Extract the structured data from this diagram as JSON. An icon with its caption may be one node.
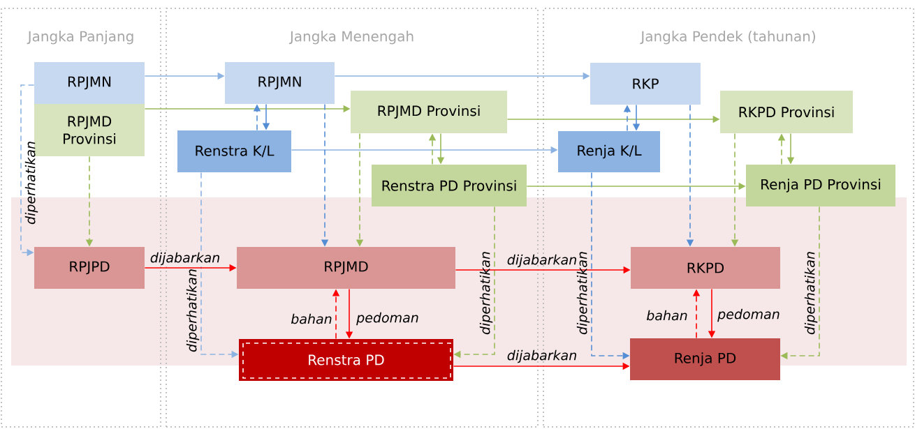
{
  "diagram": {
    "nodes": [
      {
        "text": [
          "Jangka Panjang"
        ]
      },
      {
        "text": [
          "Jangka Menengah"
        ]
      },
      {
        "text": [
          "Jangka Pendek (tahunan)"
        ]
      },
      {
        "text": [
          "RPJMN"
        ],
        "in": 0
      },
      {
        "text": [
          "RPJMD Provinsi"
        ],
        "in": 0
      },
      {
        "text": [
          "RPJPD"
        ],
        "in": 0
      },
      {
        "text": [
          "RPJMN"
        ],
        "in": 1
      },
      {
        "text": [
          "RPJMD Provinsi"
        ],
        "in": 1
      },
      {
        "text": [
          "Renstra K/L"
        ],
        "in": 1
      },
      {
        "text": [
          "Renstra PD Provinsi"
        ],
        "in": 1
      },
      {
        "text": [
          "RPJMD"
        ],
        "in": 1
      },
      {
        "text": [
          "Renstra PD"
        ],
        "in": 1
      },
      {
        "text": [
          "RKP"
        ],
        "in": 2
      },
      {
        "text": [
          "RKPD Provinsi"
        ],
        "in": 2
      },
      {
        "text": [
          "Renja K/L"
        ],
        "in": 2
      },
      {
        "text": [
          "Renja PD Provinsi"
        ],
        "in": 2
      },
      {
        "text": [
          "RKPD"
        ],
        "in": 2
      },
      {
        "text": [
          "Renja PD"
        ],
        "in": 2
      }
    ],
    "edges": [
      {
        "from": 3,
        "to": 6,
        "arrow": "to",
        "color": "#8db3e2"
      },
      {
        "from": 6,
        "to": 12,
        "arrow": "to",
        "color": "#8db3e2"
      },
      {
        "from": 4,
        "to": 7,
        "arrow": "to",
        "color": "#9bbb59"
      },
      {
        "from": 7,
        "to": 13,
        "arrow": "to",
        "color": "#9bbb59"
      },
      {
        "from": 8,
        "to": 14,
        "arrow": "to",
        "color": "#8db3e2"
      },
      {
        "from": 9,
        "to": 15,
        "arrow": "to",
        "color": "#9bbb59"
      },
      {
        "from": 6,
        "to": 8,
        "arrow": "to",
        "color": "#558ed5"
      },
      {
        "from": 8,
        "to": 6,
        "arrow": "to",
        "style": "dashed",
        "color": "#558ed5"
      },
      {
        "from": 7,
        "to": 9,
        "arrow": "to",
        "color": "#9bbb59"
      },
      {
        "from": 9,
        "to": 7,
        "arrow": "to",
        "style": "dashed",
        "color": "#9bbb59"
      },
      {
        "from": 12,
        "to": 14,
        "arrow": "to",
        "color": "#558ed5"
      },
      {
        "from": 14,
        "to": 12,
        "arrow": "to",
        "style": "dashed",
        "color": "#558ed5"
      },
      {
        "from": 13,
        "to": 15,
        "arrow": "to",
        "color": "#9bbb59"
      },
      {
        "from": 15,
        "to": 13,
        "arrow": "to",
        "style": "dashed",
        "color": "#9bbb59"
      },
      {
        "from": 3,
        "to": 5,
        "arrow": "to",
        "style": "dashed",
        "color": "#8db3e2",
        "label": "diperhatikan"
      },
      {
        "from": 4,
        "to": 5,
        "arrow": "to",
        "style": "dashed",
        "color": "#9bbb59"
      },
      {
        "from": 6,
        "to": 10,
        "arrow": "to",
        "style": "dashed",
        "color": "#558ed5"
      },
      {
        "from": 7,
        "to": 10,
        "arrow": "to",
        "style": "dashed",
        "color": "#9bbb59"
      },
      {
        "from": 8,
        "to": 11,
        "arrow": "to",
        "style": "dashed",
        "color": "#8db3e2",
        "label": "diperhatikan"
      },
      {
        "from": 9,
        "to": 11,
        "arrow": "to",
        "style": "dashed",
        "color": "#9bbb59",
        "label": "diperhatikan"
      },
      {
        "from": 12,
        "to": 16,
        "arrow": "to",
        "style": "dashed",
        "color": "#558ed5"
      },
      {
        "from": 13,
        "to": 16,
        "arrow": "to",
        "style": "dashed",
        "color": "#9bbb59"
      },
      {
        "from": 14,
        "to": 17,
        "arrow": "to",
        "style": "dashed",
        "color": "#558ed5",
        "label": "diperhatikan"
      },
      {
        "from": 15,
        "to": 17,
        "arrow": "to",
        "style": "dashed",
        "color": "#9bbb59",
        "label": "diperhatikan"
      },
      {
        "from": 5,
        "to": 10,
        "arrow": "to",
        "color": "#ff0000",
        "label": "dijabarkan"
      },
      {
        "from": 10,
        "to": 16,
        "arrow": "to",
        "color": "#ff0000",
        "label": "dijabarkan"
      },
      {
        "from": 11,
        "to": 17,
        "arrow": "to",
        "color": "#ff0000",
        "label": "dijabarkan"
      },
      {
        "from": 11,
        "to": 10,
        "arrow": "to",
        "style": "dashed",
        "color": "#ff0000",
        "label": "bahan"
      },
      {
        "from": 10,
        "to": 11,
        "arrow": "to",
        "color": "#ff0000",
        "label": "pedoman"
      },
      {
        "from": 17,
        "to": 16,
        "arrow": "to",
        "style": "dashed",
        "color": "#ff0000",
        "label": "bahan"
      },
      {
        "from": 16,
        "to": 17,
        "arrow": "to",
        "color": "#ff0000",
        "label": "pedoman"
      }
    ]
  }
}
